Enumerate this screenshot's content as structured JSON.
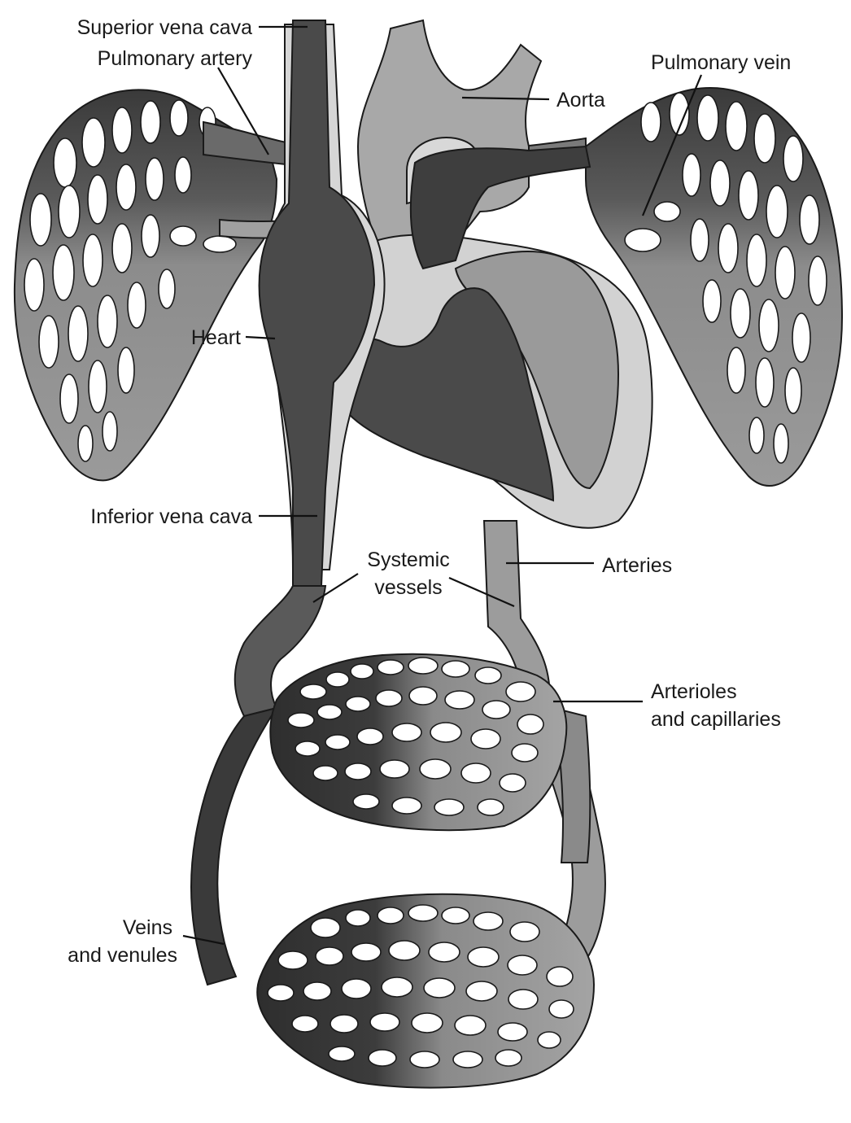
{
  "labels": {
    "superior_vena_cava": "Superior vena cava",
    "pulmonary_artery": "Pulmonary artery",
    "aorta": "Aorta",
    "pulmonary_vein": "Pulmonary vein",
    "heart": "Heart",
    "inferior_vena_cava": "Inferior vena cava",
    "systemic_vessels_line1": "Systemic",
    "systemic_vessels_line2": "vessels",
    "arteries": "Arteries",
    "arterioles_line1": "Arterioles",
    "arterioles_line2": "and capillaries",
    "veins_line1": "Veins",
    "veins_line2": "and venules"
  },
  "colors": {
    "venous_dark": "#4a4a4a",
    "arterial_mid": "#9a9a9a",
    "lung_grey": "#8a8a8a",
    "heart_wall_light": "#d6d6d6",
    "background": "#ffffff"
  }
}
